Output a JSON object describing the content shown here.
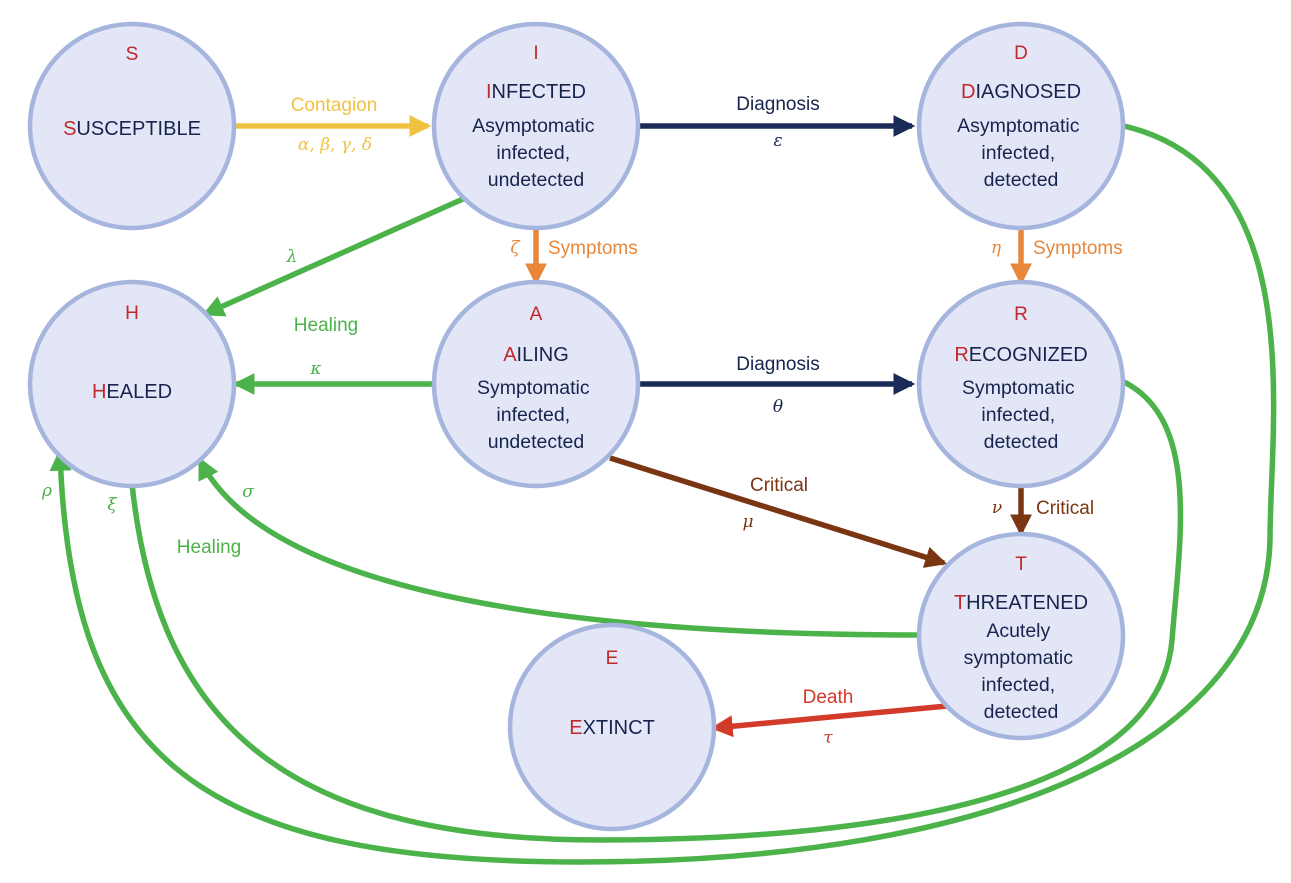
{
  "colors": {
    "contagion": "#f1c140",
    "diagnosis": "#1b2b57",
    "symptoms": "#e8873a",
    "critical": "#7a3512",
    "death": "#d23a2a",
    "healing": "#4cb24a",
    "letter": "#c0282a",
    "text": "#17244e",
    "node_fill": "#e3e6f6",
    "node_stroke": "#a5b5dd"
  },
  "nodes": {
    "S": {
      "letter": "S",
      "initial": "S",
      "rest": "USCEPTIBLE",
      "desc": []
    },
    "I": {
      "letter": "I",
      "initial": "I",
      "rest": "NFECTED",
      "desc": [
        "Asymptomatic",
        "infected,",
        "undetected"
      ]
    },
    "D": {
      "letter": "D",
      "initial": "D",
      "rest": "IAGNOSED",
      "desc": [
        "Asymptomatic",
        "infected,",
        "detected"
      ]
    },
    "H": {
      "letter": "H",
      "initial": "H",
      "rest": "EALED",
      "desc": []
    },
    "A": {
      "letter": "A",
      "initial": "A",
      "rest": "ILING",
      "desc": [
        "Symptomatic",
        "infected,",
        "undetected"
      ]
    },
    "R": {
      "letter": "R",
      "initial": "R",
      "rest": "ECOGNIZED",
      "desc": [
        "Symptomatic",
        "infected,",
        "detected"
      ]
    },
    "T": {
      "letter": "T",
      "initial": "T",
      "rest": "HREATENED",
      "desc": [
        "Acutely",
        "symptomatic",
        "infected,",
        "detected"
      ]
    },
    "E": {
      "letter": "E",
      "initial": "E",
      "rest": "XTINCT",
      "desc": []
    }
  },
  "edges": {
    "contagion": {
      "label": "Contagion",
      "params": "α, β, γ, δ"
    },
    "diagnosis_id": {
      "label": "Diagnosis",
      "param": "ε"
    },
    "diagnosis_ar": {
      "label": "Diagnosis",
      "param": "θ"
    },
    "symptoms_ia": {
      "label": "Symptoms",
      "param": "ζ"
    },
    "symptoms_dr": {
      "label": "Symptoms",
      "param": "η"
    },
    "critical_at": {
      "label": "Critical",
      "param": "μ"
    },
    "critical_rt": {
      "label": "Critical",
      "param": "ν"
    },
    "death_te": {
      "label": "Death",
      "param": "τ"
    },
    "healing_ih": {
      "param": "λ"
    },
    "healing_ah": {
      "label": "Healing",
      "param": "κ"
    },
    "healing_th": {
      "param": "σ"
    },
    "healing_rh": {
      "param": "ξ"
    },
    "healing_dh": {
      "param": "ρ"
    },
    "healing_bottom": {
      "label": "Healing"
    }
  }
}
